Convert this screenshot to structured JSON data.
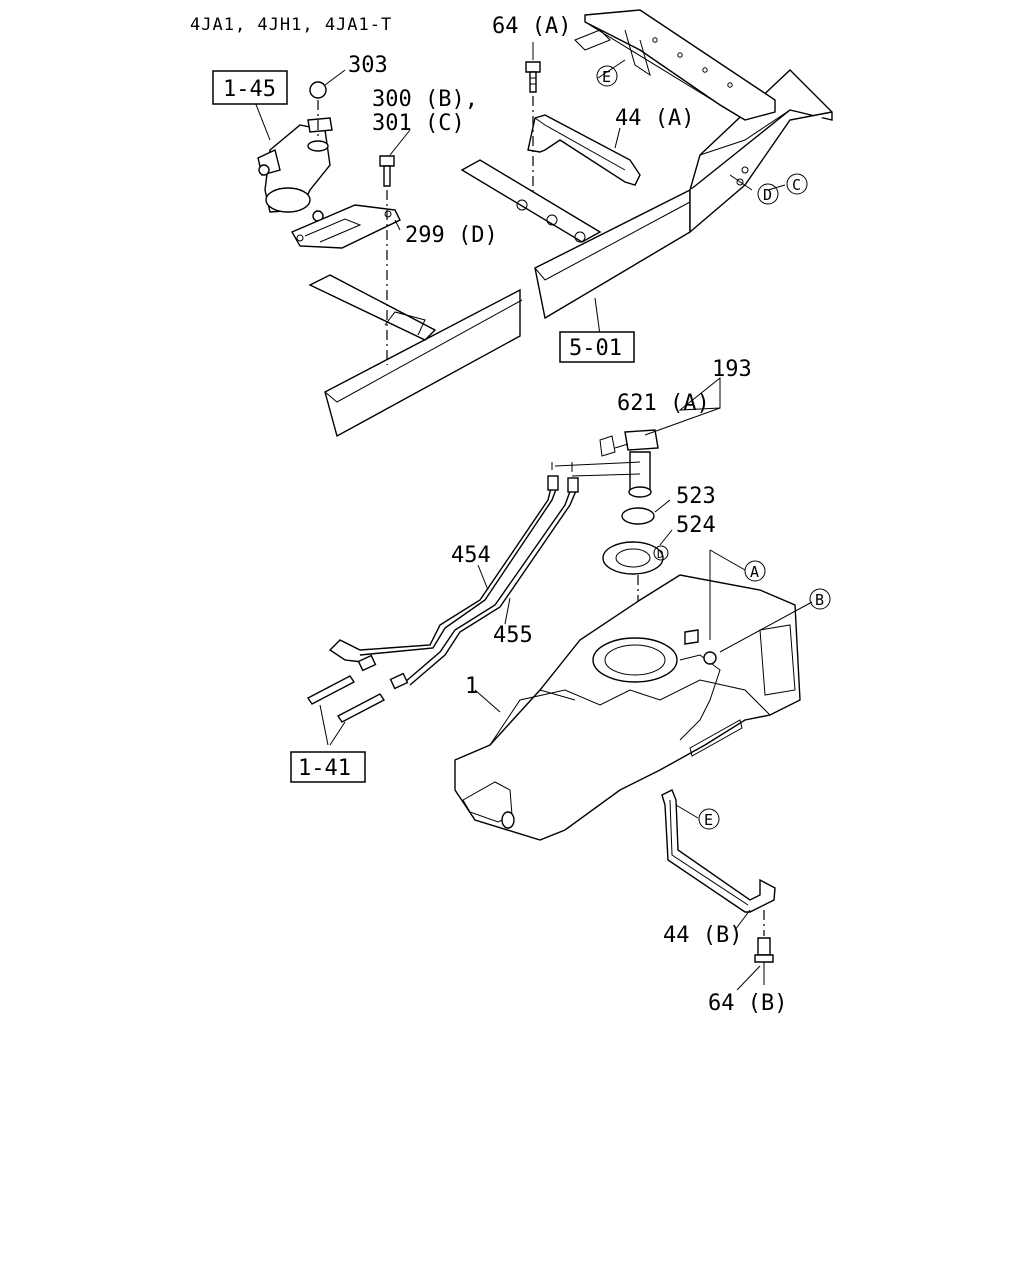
{
  "header": {
    "engine_models": "4JA1, 4JH1, 4JA1-T"
  },
  "ref_boxes": {
    "r145": "1-45",
    "r501": "5-01",
    "r141": "1-41"
  },
  "part_labels": {
    "p64a": "64 (A)",
    "p303": "303",
    "p300b": "300 (B),",
    "p301c": "301 (C)",
    "p44a": "44 (A)",
    "p299d": "299 (D)",
    "p193": "193",
    "p621a": "621 (A)",
    "p523": "523",
    "p524": "524",
    "p454": "454",
    "p455": "455",
    "p1": "1",
    "p44b": "44 (B)",
    "p64b": "64 (B)"
  },
  "circle_markers": {
    "e1": "E",
    "d1": "D",
    "c1": "C",
    "a1": "A",
    "b1": "B",
    "e2": "E",
    "d2": "D"
  }
}
